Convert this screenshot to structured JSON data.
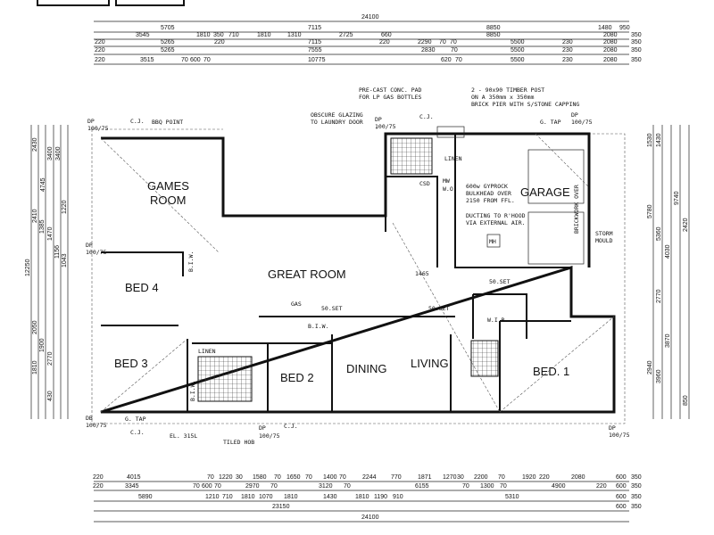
{
  "plan": {
    "rooms": {
      "games": "GAMES",
      "games2": "ROOM",
      "great": "GREAT ROOM",
      "bed4": "BED 4",
      "bed3": "BED 3",
      "bed2": "BED 2",
      "dining": "DINING",
      "living": "LIVING",
      "bed1": "BED. 1",
      "garage": "GARAGE"
    },
    "notes": {
      "lp1": "PRE-CAST CONC. PAD",
      "lp2": "FOR LP GAS BOTTLES",
      "post1": "2 - 90x90 TIMBER POST",
      "post2": "ON A 350mm x 350mm",
      "post3": "BRICK PIER WITH S/STONE CAPPING",
      "obs1": "OBSCURE GLAZING",
      "obs2": "TO LAUNDRY DOOR",
      "bulk1": "600w GYPROCK",
      "bulk2": "BULKHEAD OVER",
      "bulk3": "2150 FROM FFL.",
      "duct1": "DUCTING TO R'HOOD",
      "duct2": "VIA EXTERNAL AIR.",
      "storm1": "STORM",
      "storm2": "MOULD",
      "brick": "BRICKWORK OVER",
      "bbq": "BBQ POINT",
      "gas": "GAS",
      "gtap_top": "G. TAP",
      "gtap_bot": "G. TAP",
      "dp1": "DP",
      "dp1b": "100/75",
      "dp2": "DP",
      "dp2b": "100/75",
      "dp3": "DP",
      "dp3b": "100/75",
      "dp4": "DP",
      "dp4b": "100/75",
      "dp5": "DP",
      "dp5b": "100/75",
      "dp6": "DP",
      "dp6b": "100/75",
      "db": "DB",
      "dbb": "100/75",
      "cj1": "C.J.",
      "cj2": "C.J.",
      "cj3": "C.J.",
      "cj4": "C.J.",
      "el": "EL. 315L",
      "hob": "TILED HOB",
      "linen": "LINEN",
      "linen2": "LINEN",
      "biw1": "B.I.W.",
      "biw2": "B.I.W.",
      "biw3": "B.I.W.",
      "wir": "W.I.R.",
      "csd": "CSD",
      "mw": "MW",
      "wo": "W.O.",
      "mh": "MH",
      "soset1": "50.SET",
      "soset2": "50.SET",
      "soset3": "50.SET",
      "gr_dim": "1465"
    },
    "top_dims": [
      [
        "24100"
      ],
      [
        "5705",
        "7115",
        "8850",
        "1480",
        "950"
      ],
      [
        "3545",
        "1810",
        "350",
        "710",
        "1810",
        "1310",
        "2725",
        "660",
        "8850",
        "2080",
        "350"
      ],
      [
        "220",
        "5265",
        "220",
        "7115",
        "220",
        "2290",
        "70",
        "70",
        "5500",
        "230",
        "2080",
        "350"
      ],
      [
        "220",
        "5265",
        "7555",
        "2830",
        "70",
        "5500",
        "230",
        "2080",
        "350"
      ],
      [
        "220",
        "3515",
        "70",
        "600",
        "70",
        "10775",
        "620",
        "70",
        "5500",
        "230",
        "2080",
        "350"
      ]
    ],
    "bottom_dims": [
      [
        "220",
        "4015",
        "70",
        "1220",
        "30",
        "1580",
        "70",
        "1650",
        "70",
        "1400",
        "70",
        "2244",
        "770",
        "1871",
        "1270",
        "30",
        "2200",
        "70",
        "1920",
        "220",
        "2080",
        "600",
        "350"
      ],
      [
        "220",
        "3345",
        "70",
        "600",
        "70",
        "2970",
        "70",
        "3120",
        "70",
        "6155",
        "70",
        "1300",
        "70",
        "4900",
        "220",
        "600",
        "350"
      ],
      [
        "5890",
        "1210",
        "710",
        "1810",
        "1070",
        "1810",
        "1430",
        "1810",
        "1190",
        "910",
        "5310",
        "600",
        "350"
      ],
      [
        "23150",
        "600",
        "350"
      ],
      [
        "24100"
      ]
    ],
    "left_dims": [
      "12250",
      "2430",
      "4745",
      "3400",
      "3400",
      "1220",
      "2410",
      "1385",
      "1470",
      "1156",
      "1043",
      "2050",
      "1900",
      "2770",
      "1810",
      "430"
    ],
    "right_dims": [
      "1530",
      "1430",
      "5780",
      "5360",
      "4030",
      "9740",
      "2420",
      "2770",
      "3870",
      "2940",
      "3960",
      "850"
    ]
  }
}
